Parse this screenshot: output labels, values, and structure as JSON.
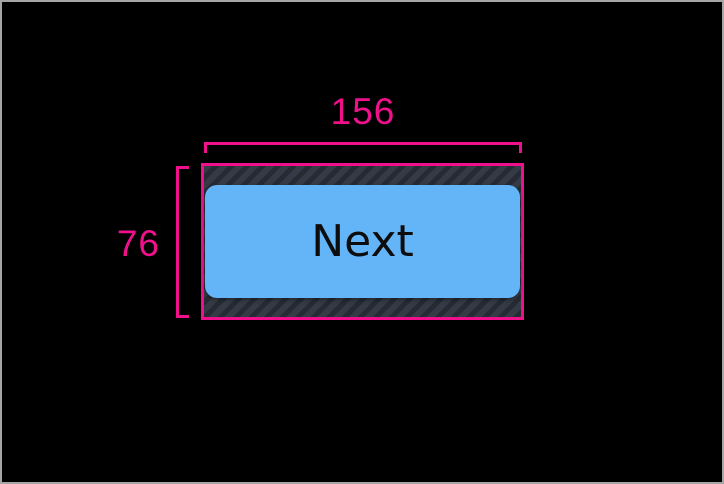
{
  "theme": {
    "accent": "#F1108C",
    "canvas-bg": "#000000",
    "frame-border": "#A5A5A5",
    "button-bg": "#64B4F8",
    "button-text": "#0D0D0D",
    "hatch-base": "#353B46",
    "hatch-stripe": "#262B33"
  },
  "measurements": {
    "width_label": "156",
    "height_label": "76"
  },
  "button": {
    "label": "Next"
  }
}
